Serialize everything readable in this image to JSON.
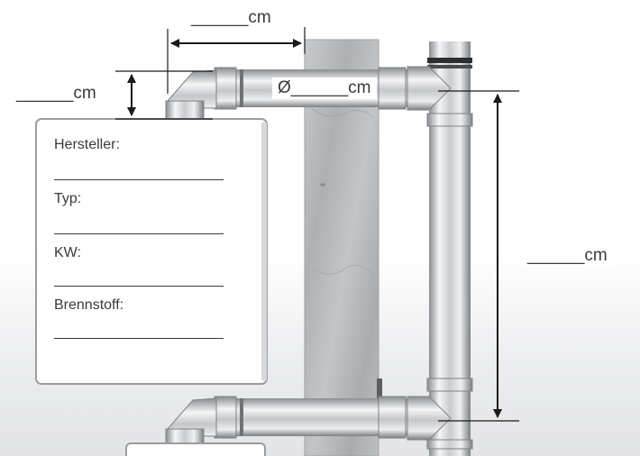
{
  "labels": {
    "top_width": "______cm",
    "left_height": "______cm",
    "diameter": "Ø______cm",
    "right_height": "______cm"
  },
  "form": {
    "fields": [
      "Hersteller:",
      "Typ:",
      "KW:",
      "Brennstoff:"
    ]
  },
  "colors": {
    "text": "#3a3a3a",
    "pipe_light": "#f2f3f4",
    "pipe_dark": "#8a8d91",
    "wall": "#b8babd",
    "boiler_border": "#9a9da0"
  }
}
